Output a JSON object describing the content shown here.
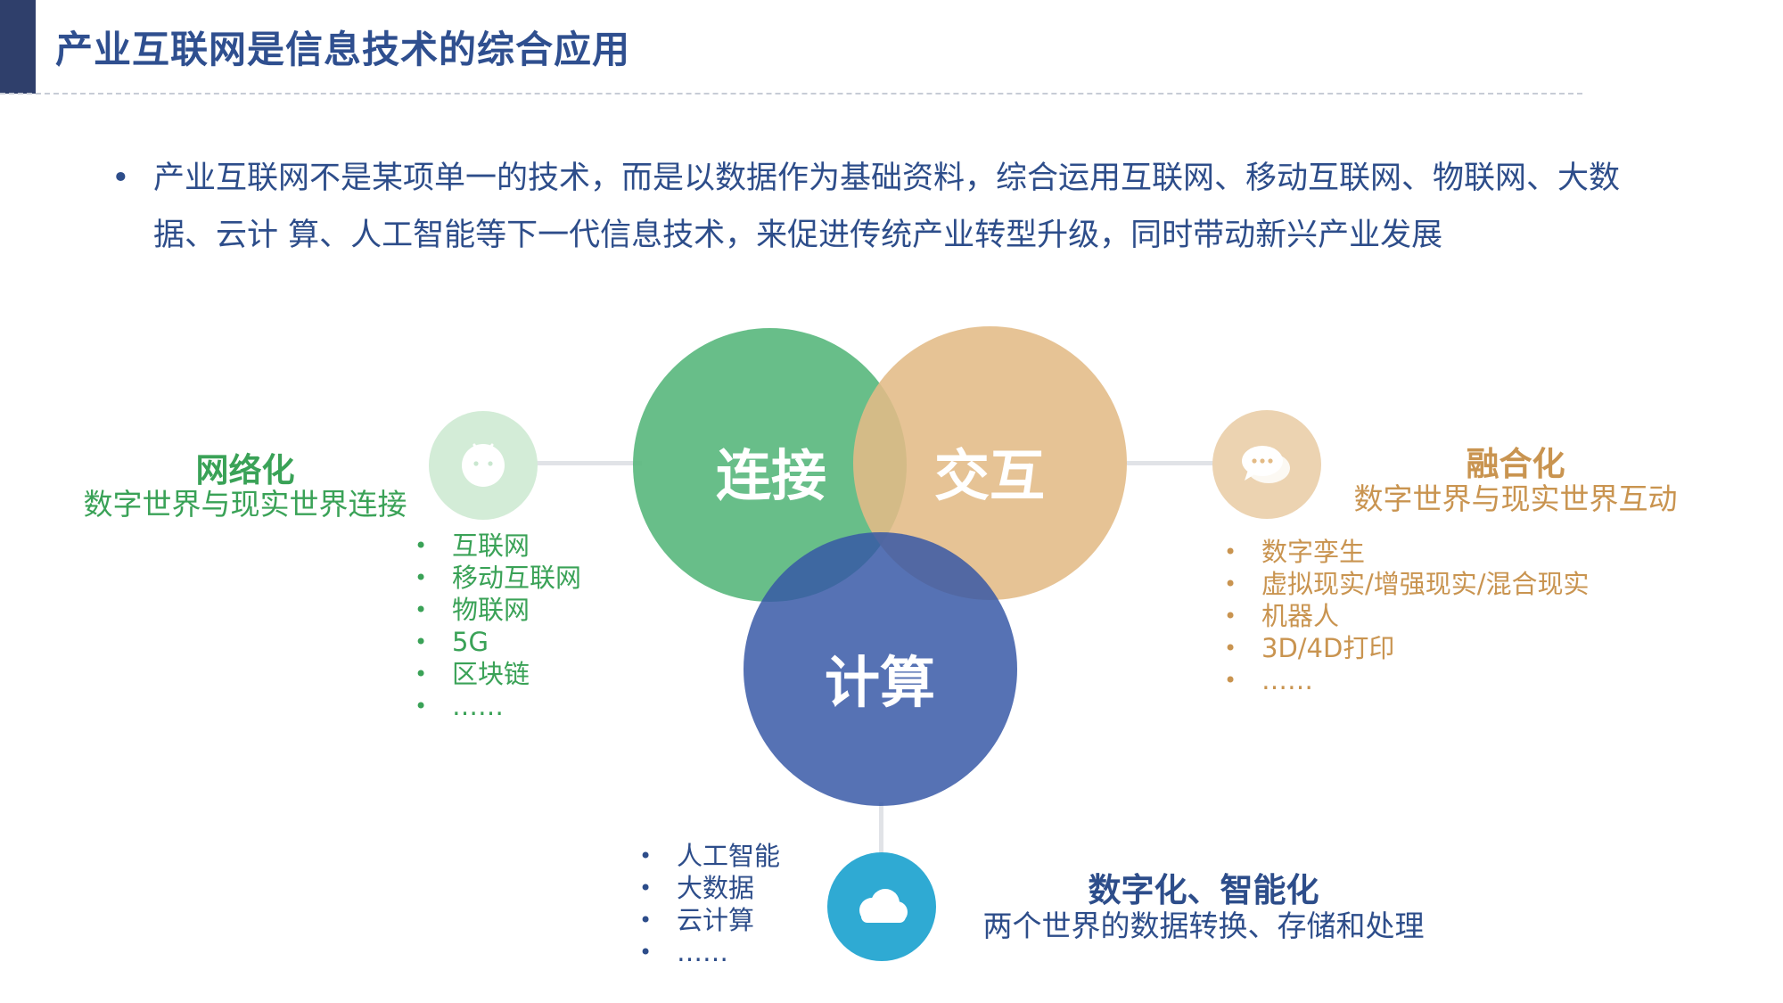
{
  "header": {
    "title": "产业互联网是信息技术的综合应用"
  },
  "intro": {
    "bullet": "•",
    "text": "产业互联网不是某项单一的技术，而是以数据作为基础资料，综合运用互联网、移动互联网、物联网、大数据、云计 算、人工智能等下一代信息技术，来促进传统产业转型升级，同时带动新兴产业发展"
  },
  "circles": {
    "connect": {
      "label": "连接",
      "color": "#5bb97f"
    },
    "interact": {
      "label": "交互",
      "color": "#e3bb86"
    },
    "compute": {
      "label": "计算",
      "color": "#3657a6"
    }
  },
  "left": {
    "color": "#3aa257",
    "icon": "android-icon",
    "title": "网络化",
    "subtitle": "数字世界与现实世界连接",
    "items": [
      "互联网",
      "移动互联网",
      "物联网",
      "5G",
      "区块链",
      "……"
    ]
  },
  "right": {
    "color": "#c99450",
    "icon": "chat-icon",
    "title": "融合化",
    "subtitle": "数字世界与现实世界互动",
    "items": [
      "数字孪生",
      "虚拟现实/增强现实/混合现实",
      "机器人",
      "3D/4D打印",
      "……"
    ]
  },
  "bottom": {
    "color": "#2d4d8a",
    "icon": "cloud-icon",
    "title": "数字化、智能化",
    "subtitle": "两个世界的数据转换、存储和处理",
    "items": [
      "人工智能",
      "大数据",
      "云计算",
      "……"
    ]
  }
}
